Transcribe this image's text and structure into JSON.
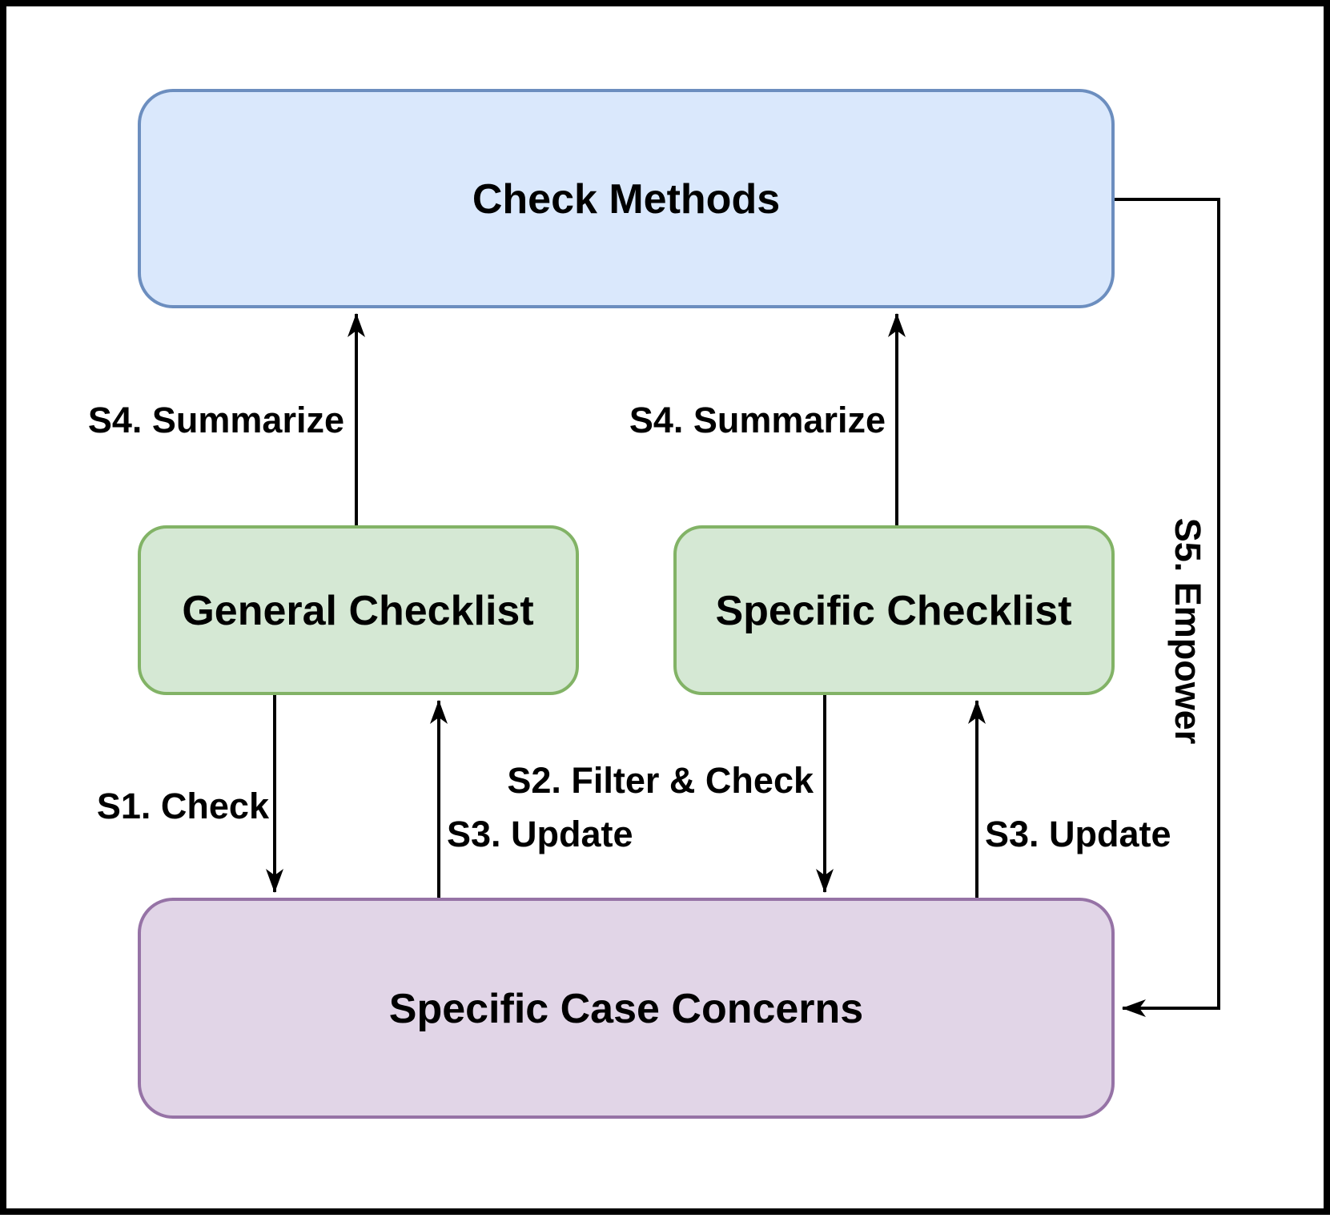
{
  "diagram": {
    "background": "#ffffff",
    "frame_color": "#000000",
    "arrow_color": "#000000",
    "text_color": "#000000"
  },
  "nodes": {
    "check_methods": {
      "label": "Check Methods",
      "fill": "#dae8fc",
      "stroke": "#6c8ebf"
    },
    "general_checklist": {
      "label": "General Checklist",
      "fill": "#d5e8d4",
      "stroke": "#82b366"
    },
    "specific_checklist": {
      "label": "Specific Checklist",
      "fill": "#d5e8d4",
      "stroke": "#82b366"
    },
    "specific_case_concerns": {
      "label": "Specific Case Concerns",
      "fill": "#e1d5e7",
      "stroke": "#9673a6"
    }
  },
  "edges": {
    "s1": {
      "label": "S1. Check"
    },
    "s2": {
      "label": "S2. Filter & Check"
    },
    "s3_left": {
      "label": "S3. Update"
    },
    "s3_right": {
      "label": "S3. Update"
    },
    "s4_left": {
      "label": "S4. Summarize"
    },
    "s4_right": {
      "label": "S4. Summarize"
    },
    "s5": {
      "label": "S5. Empower"
    }
  }
}
